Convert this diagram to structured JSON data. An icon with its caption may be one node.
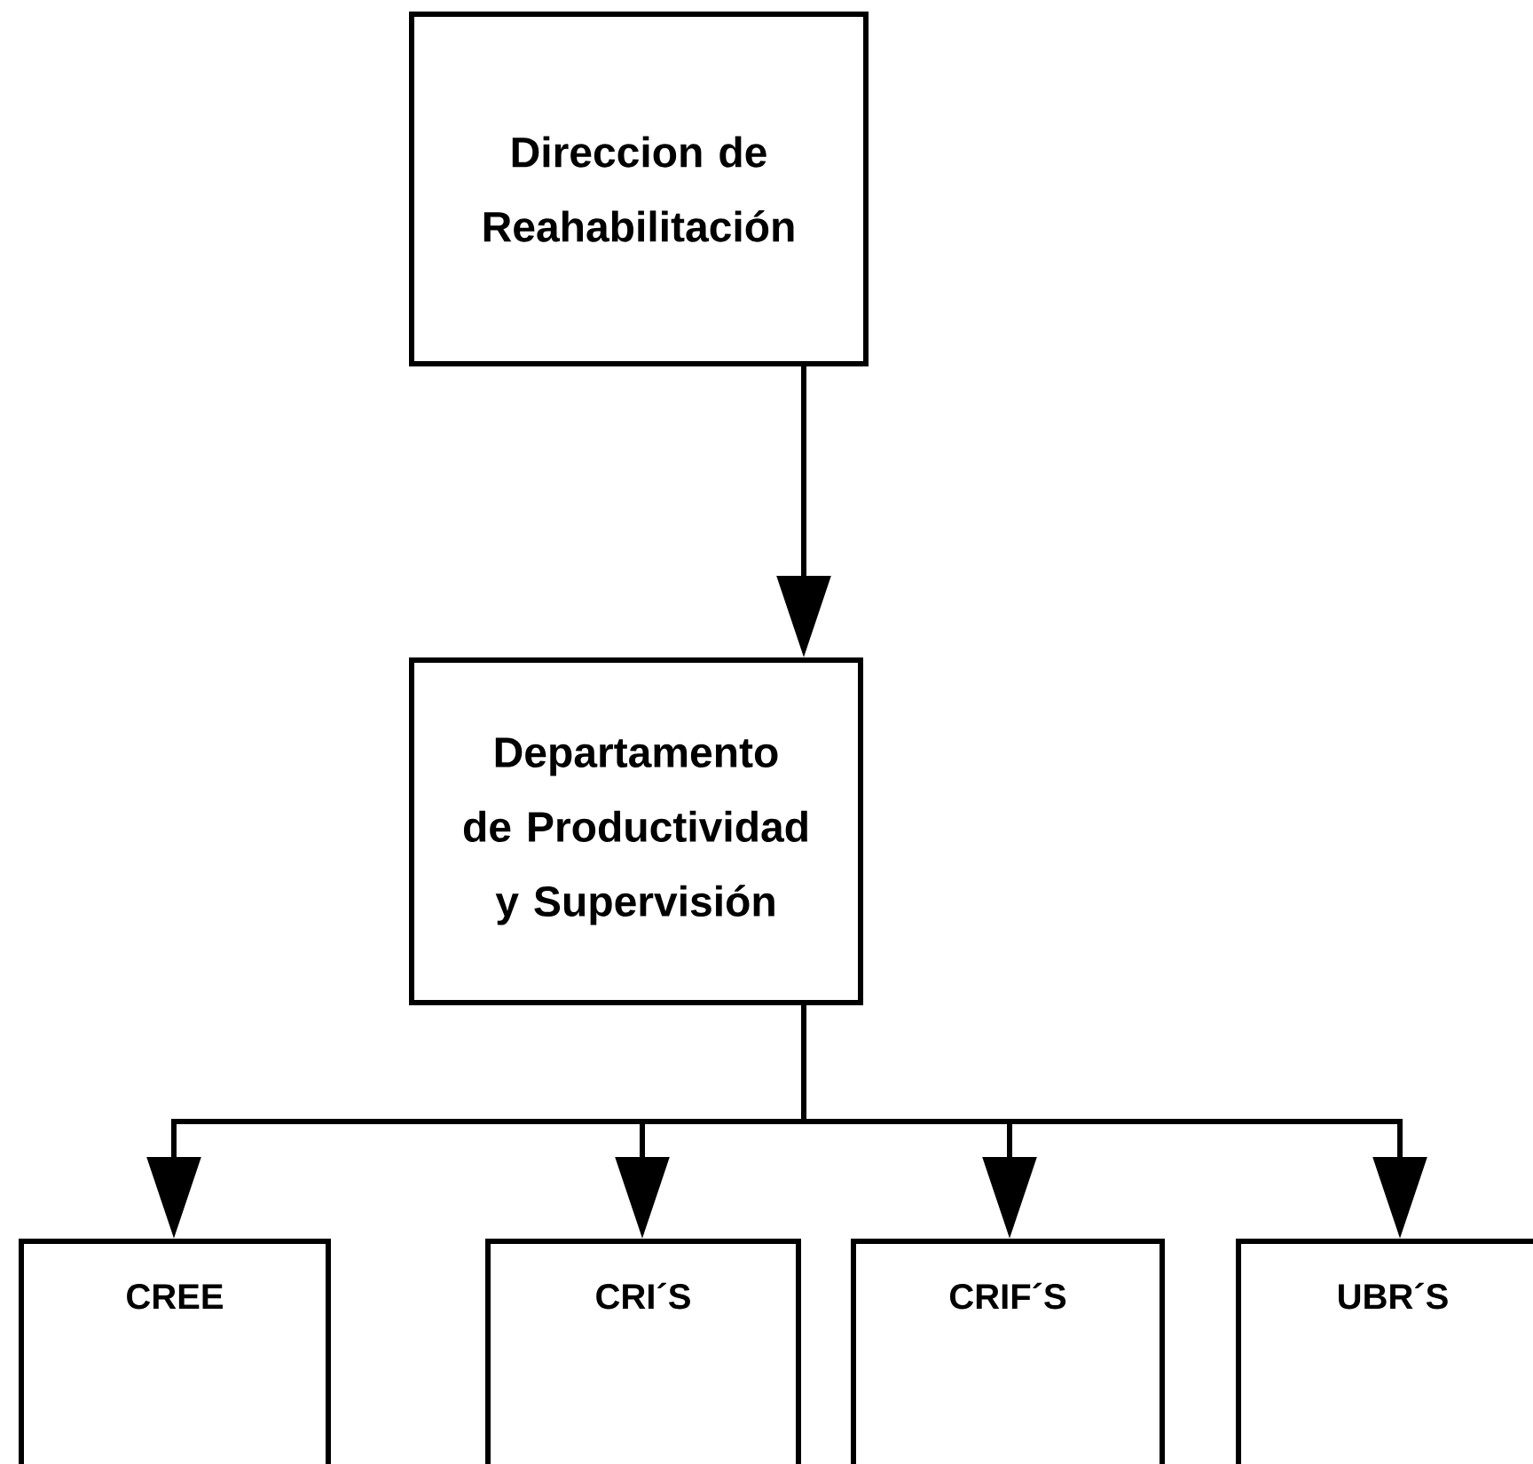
{
  "diagram": {
    "nodes": [
      {
        "text": [
          "Direccion de Reahabilitación"
        ]
      },
      {
        "text": [
          "Departamento de Productividad y Supervisión"
        ]
      },
      {
        "text": [
          "CREE"
        ]
      },
      {
        "text": [
          "CRI´S"
        ]
      },
      {
        "text": [
          "CRIF´S"
        ]
      },
      {
        "text": [
          "UBR´S"
        ]
      }
    ],
    "edges": [
      {
        "from": 0,
        "to": 1,
        "arrow": "to"
      },
      {
        "from": 1,
        "to": 2,
        "arrow": "to"
      },
      {
        "from": 1,
        "to": 3,
        "arrow": "to"
      },
      {
        "from": 1,
        "to": 4,
        "arrow": "to"
      },
      {
        "from": 1,
        "to": 5,
        "arrow": "to"
      }
    ]
  }
}
